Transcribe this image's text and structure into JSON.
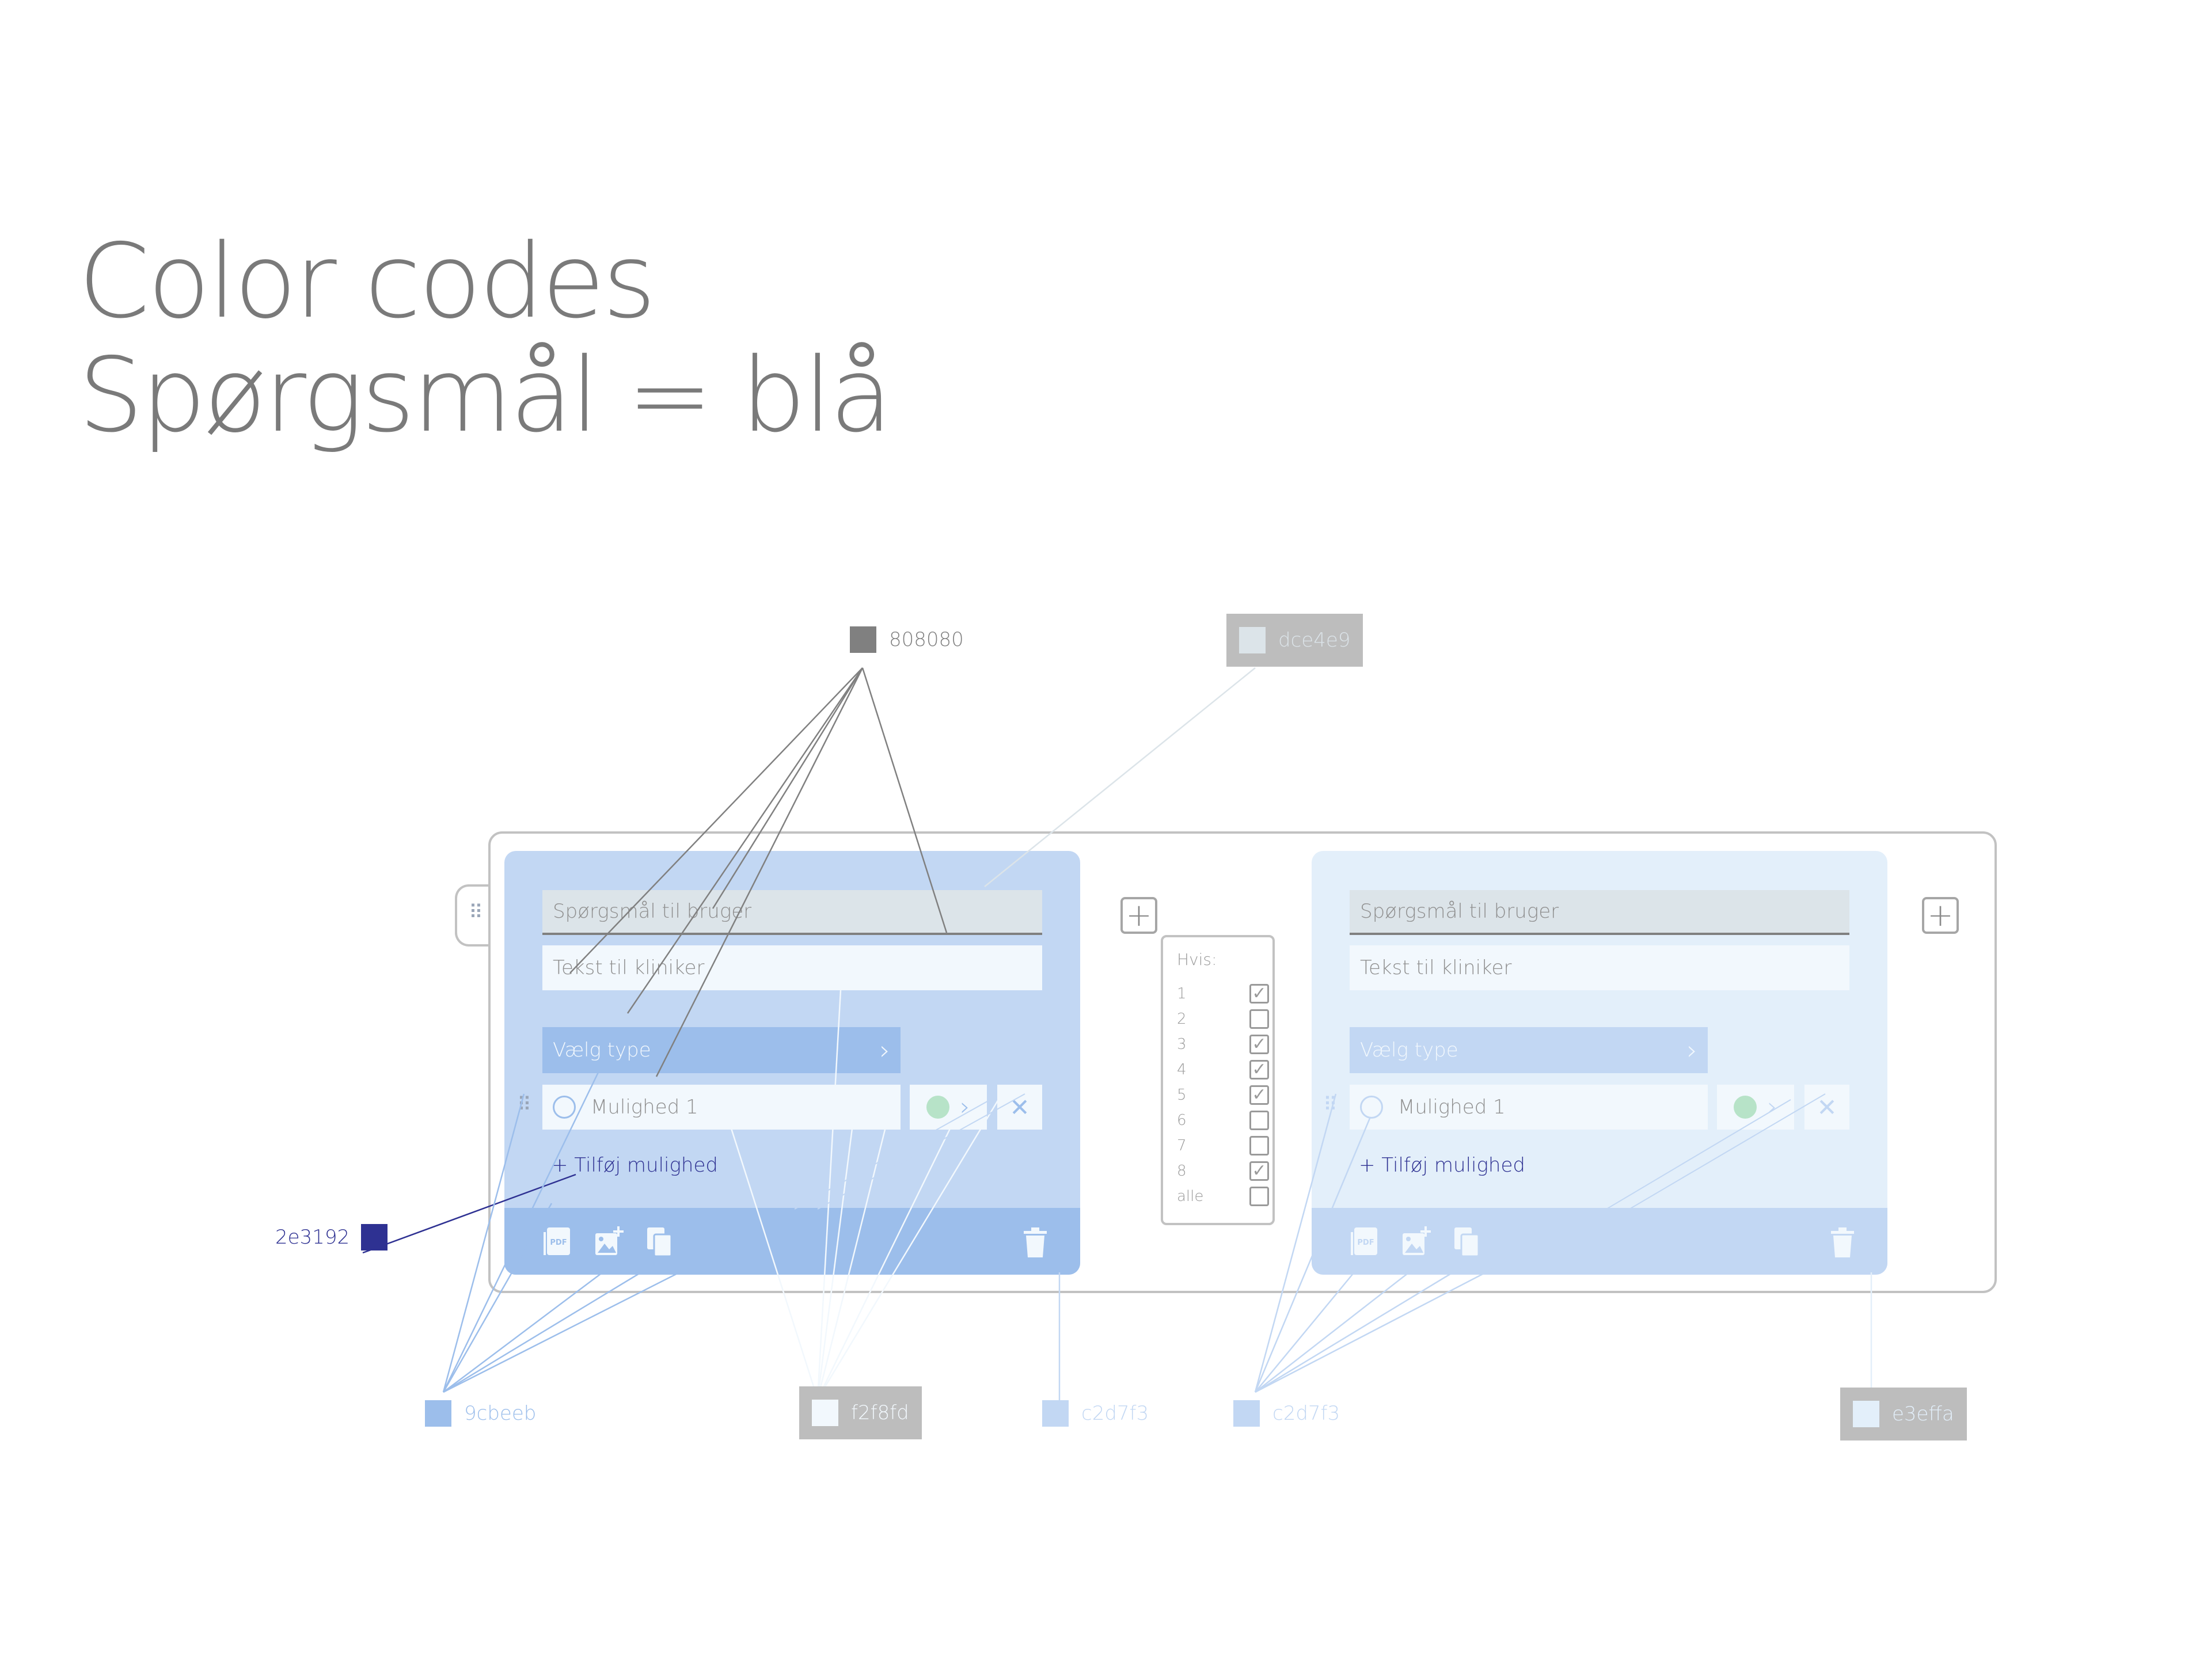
{
  "heading": {
    "line1": "Color codes",
    "line2": "Spørgsmål = blå"
  },
  "swatches": {
    "gray": {
      "code": "808080",
      "color": "#808080"
    },
    "pale": {
      "code": "dce4e9",
      "color": "#dce4e9"
    },
    "navy": {
      "code": "2e3192",
      "color": "#2e3192"
    },
    "blue": {
      "code": "9cbeeb",
      "color": "#9cbeeb"
    },
    "white": {
      "code": "f2f8fd",
      "color": "#f2f8fd"
    },
    "light1": {
      "code": "c2d7f3",
      "color": "#c2d7f3"
    },
    "light2": {
      "code": "c2d7f3",
      "color": "#c2d7f3"
    },
    "lightest": {
      "code": "e3effa",
      "color": "#e3effa"
    }
  },
  "card_left": {
    "question_placeholder": "Spørgsmål til bruger",
    "clinician_placeholder": "Tekst til kliniker",
    "type_label": "Vælg type",
    "option_label": "Mulighed 1",
    "add_option": "+ Tilføj mulighed"
  },
  "card_right": {
    "question_placeholder": "Spørgsmål til bruger",
    "clinician_placeholder": "Tekst til kliniker",
    "type_label": "Vælg type",
    "option_label": "Mulighed 1",
    "add_option": "+ Tilføj mulighed"
  },
  "condition": {
    "title": "Hvis:",
    "rows": [
      {
        "label": "1",
        "checked": true
      },
      {
        "label": "2",
        "checked": false
      },
      {
        "label": "3",
        "checked": true
      },
      {
        "label": "4",
        "checked": true
      },
      {
        "label": "5",
        "checked": true
      },
      {
        "label": "6",
        "checked": false
      },
      {
        "label": "7",
        "checked": false
      },
      {
        "label": "8",
        "checked": true
      },
      {
        "label": "alle",
        "checked": false
      }
    ]
  },
  "icons": {
    "add": "plus-icon",
    "pdf": "pdf-icon",
    "image": "add-image-icon",
    "copy": "copy-icon",
    "delete": "trash-icon",
    "drag": "drag-handle-icon",
    "next": "chevron-right-icon",
    "remove": "close-icon"
  }
}
